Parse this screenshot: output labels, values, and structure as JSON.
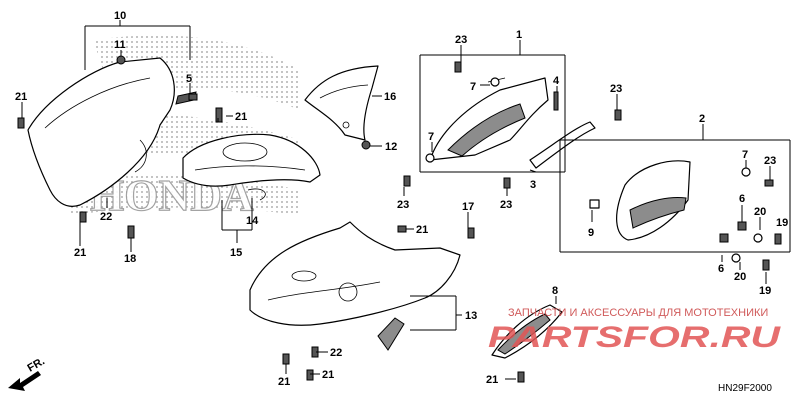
{
  "diagram": {
    "code": "HN29F2000",
    "front_label": "FR.",
    "watermark": {
      "caption": "ЗАПЧАСТИ И АКСЕССУАРЫ ДЛЯ МОТОТЕХНИКИ",
      "brand": "PARTSFOR.RU"
    },
    "callouts": [
      {
        "id": "c10",
        "text": "10"
      },
      {
        "id": "c11",
        "text": "11"
      },
      {
        "id": "c5",
        "text": "5"
      },
      {
        "id": "c21a",
        "text": "21"
      },
      {
        "id": "c22a",
        "text": "22"
      },
      {
        "id": "c21b",
        "text": "21"
      },
      {
        "id": "c18",
        "text": "18"
      },
      {
        "id": "c21c",
        "text": "21"
      },
      {
        "id": "c16",
        "text": "16"
      },
      {
        "id": "c12",
        "text": "12"
      },
      {
        "id": "c14",
        "text": "14"
      },
      {
        "id": "c15",
        "text": "15"
      },
      {
        "id": "c23a",
        "text": "23"
      },
      {
        "id": "c1",
        "text": "1"
      },
      {
        "id": "c7a",
        "text": "7"
      },
      {
        "id": "c4",
        "text": "4"
      },
      {
        "id": "c7b",
        "text": "7"
      },
      {
        "id": "c23b",
        "text": "23"
      },
      {
        "id": "c23c",
        "text": "23"
      },
      {
        "id": "c3",
        "text": "3"
      },
      {
        "id": "c23d",
        "text": "23"
      },
      {
        "id": "c2",
        "text": "2"
      },
      {
        "id": "c7c",
        "text": "7"
      },
      {
        "id": "c23e",
        "text": "23"
      },
      {
        "id": "c9",
        "text": "9"
      },
      {
        "id": "c6a",
        "text": "6"
      },
      {
        "id": "c20a",
        "text": "20"
      },
      {
        "id": "c19a",
        "text": "19"
      },
      {
        "id": "c6b",
        "text": "6"
      },
      {
        "id": "c20b",
        "text": "20"
      },
      {
        "id": "c19b",
        "text": "19"
      },
      {
        "id": "c21d",
        "text": "21"
      },
      {
        "id": "c17",
        "text": "17"
      },
      {
        "id": "c13",
        "text": "13"
      },
      {
        "id": "c22b",
        "text": "22"
      },
      {
        "id": "c21e",
        "text": "21"
      },
      {
        "id": "c21f",
        "text": "21"
      },
      {
        "id": "c8",
        "text": "8"
      },
      {
        "id": "c21g",
        "text": "21"
      }
    ]
  }
}
